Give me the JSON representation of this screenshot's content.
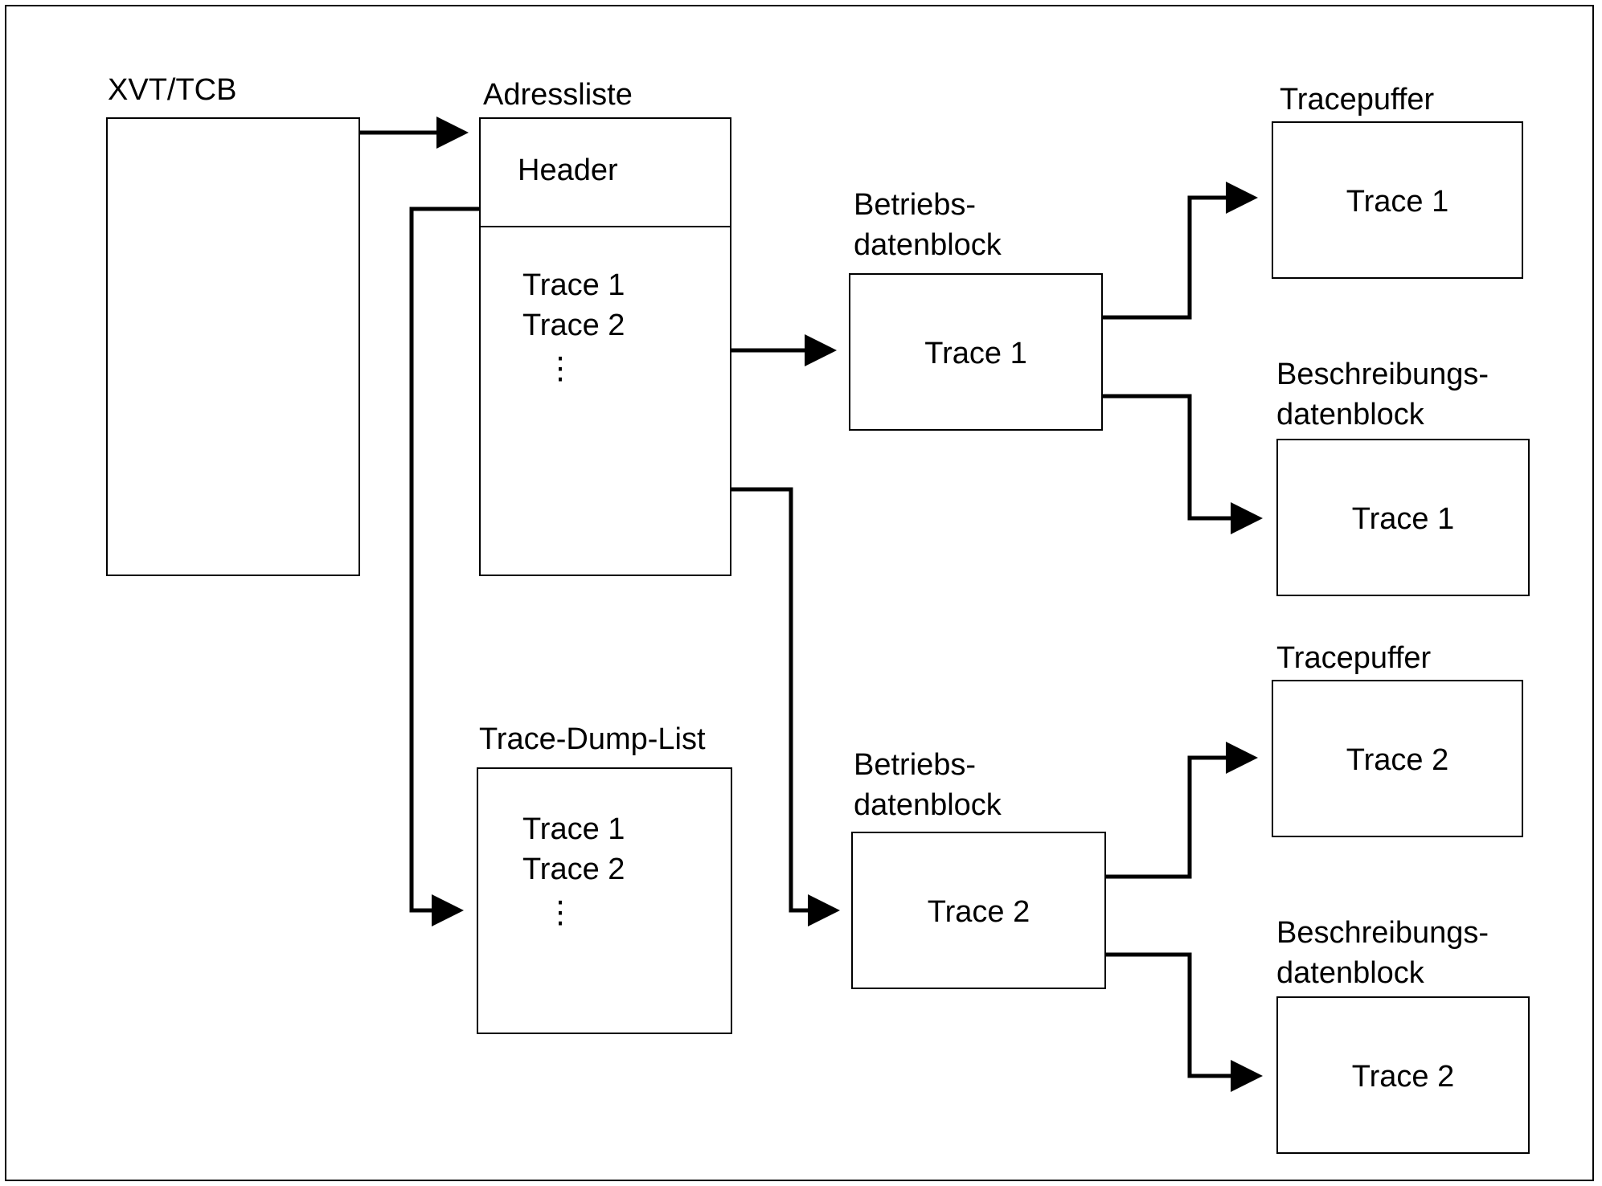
{
  "xvt": {
    "label": "XVT/TCB"
  },
  "adressliste": {
    "label": "Adressliste",
    "header": "Header",
    "items": [
      "Trace 1",
      "Trace 2"
    ],
    "more": "⋮"
  },
  "dumplist": {
    "label": "Trace-Dump-List",
    "items": [
      "Trace 1",
      "Trace 2"
    ],
    "more": "⋮"
  },
  "betrieb1": {
    "label_line1": "Betriebs-",
    "label_line2": "datenblock",
    "content": "Trace 1"
  },
  "betrieb2": {
    "label_line1": "Betriebs-",
    "label_line2": "datenblock",
    "content": "Trace 2"
  },
  "tracepuffer1": {
    "label": "Tracepuffer",
    "content": "Trace 1"
  },
  "beschreibung1": {
    "label_line1": "Beschreibungs-",
    "label_line2": "datenblock",
    "content": "Trace 1"
  },
  "tracepuffer2": {
    "label": "Tracepuffer",
    "content": "Trace 2"
  },
  "beschreibung2": {
    "label_line1": "Beschreibungs-",
    "label_line2": "datenblock",
    "content": "Trace 2"
  }
}
